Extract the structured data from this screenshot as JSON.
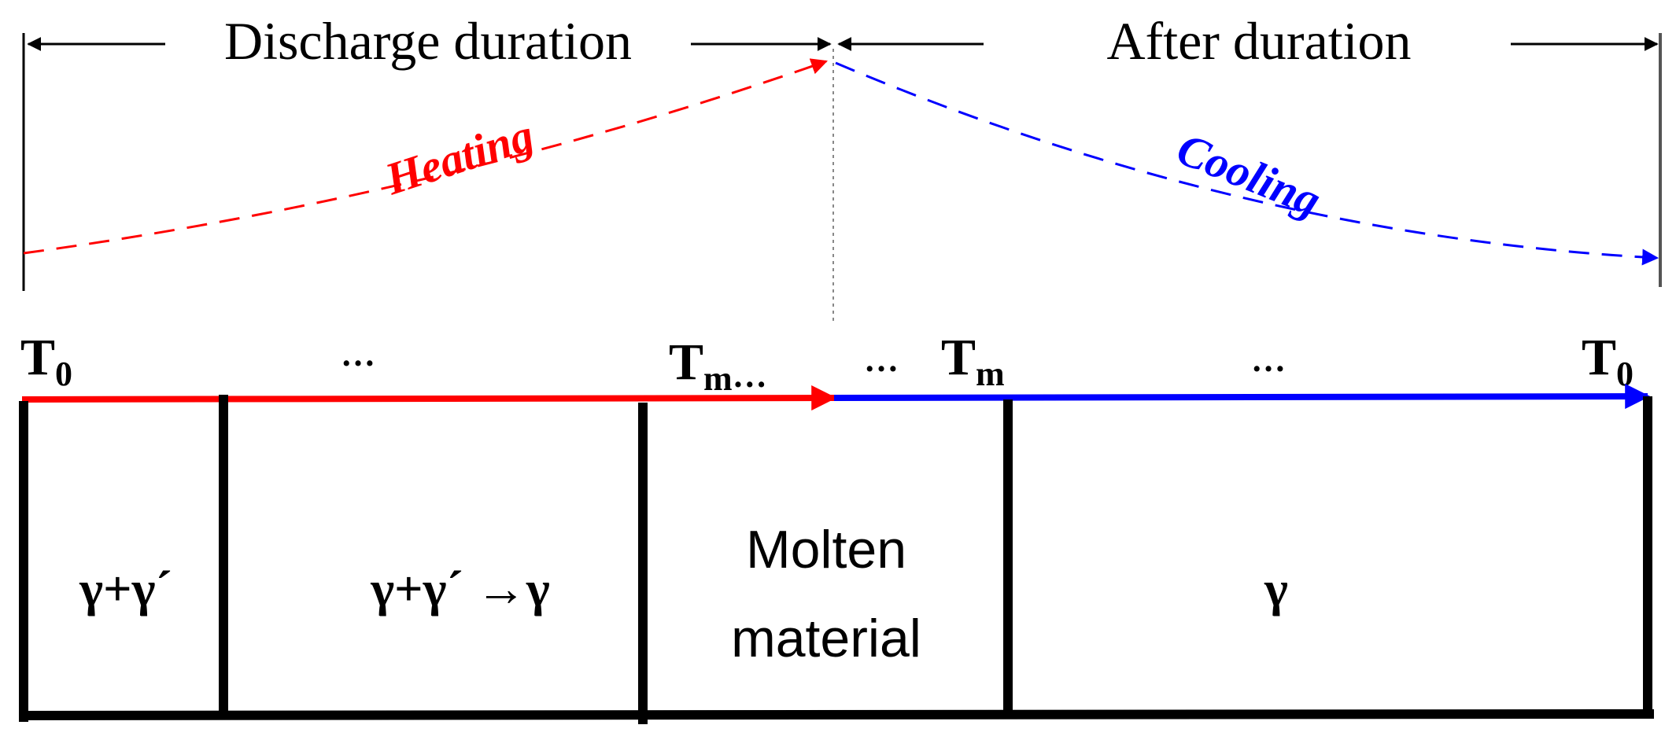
{
  "header": {
    "discharge_label": "Discharge duration",
    "after_label": "After duration"
  },
  "curves": {
    "heating_label": "Heating",
    "cooling_label": "Cooling",
    "heating_color": "#ff0000",
    "cooling_color": "#0000ff"
  },
  "timeline": {
    "t0_left": {
      "base": "T",
      "sub": "0"
    },
    "tm_left": {
      "base": "T",
      "sub": "m",
      "suffix": "…"
    },
    "tm_right": {
      "base": "T",
      "sub": "m"
    },
    "t0_right": {
      "base": "T",
      "sub": "0"
    },
    "ellipsis_1": "…",
    "ellipsis_2": "…",
    "ellipsis_3": "…",
    "heating_arrow_color": "#ff0000",
    "cooling_arrow_color": "#0000ff"
  },
  "phases": [
    {
      "lines": [
        "γ+γ´"
      ]
    },
    {
      "lines": [
        "γ+γ´ →γ"
      ]
    },
    {
      "lines": [
        "Molten",
        "material"
      ]
    },
    {
      "lines": [
        "γ"
      ]
    }
  ]
}
